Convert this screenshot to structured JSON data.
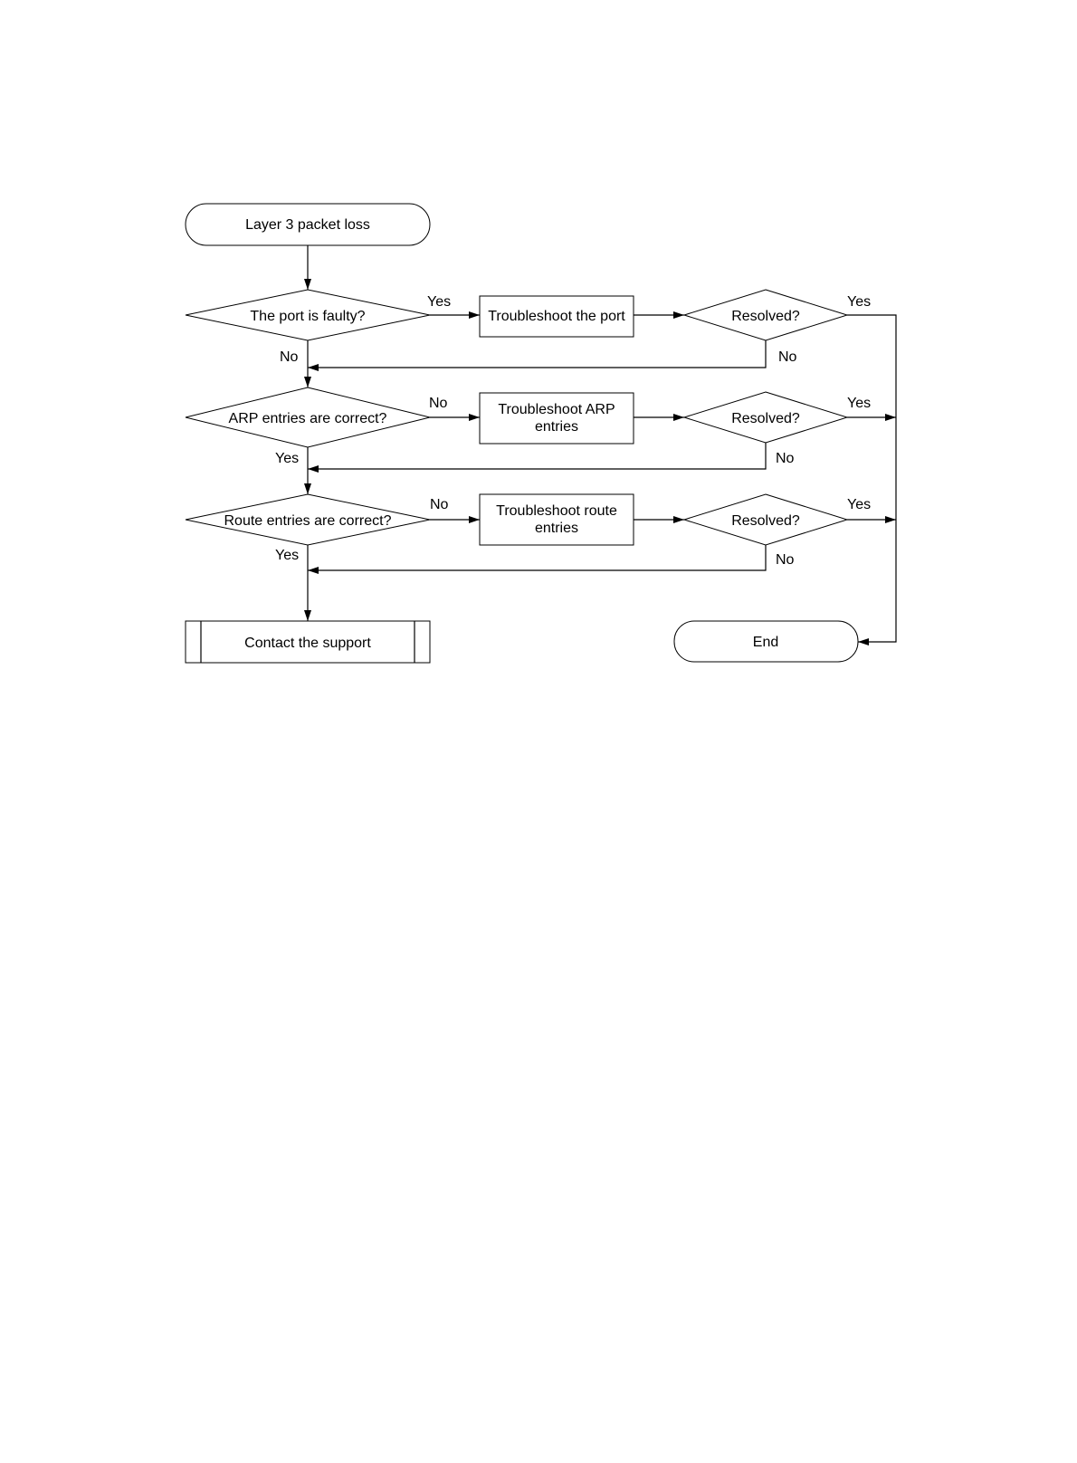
{
  "diagram": {
    "start": "Layer 3 packet loss",
    "decision_port": "The port is faulty?",
    "decision_arp": "ARP entries are correct?",
    "decision_route": "Route entries are correct?",
    "action_port": "Troubleshoot the port",
    "action_arp_line1": "Troubleshoot ARP",
    "action_arp_line2": "entries",
    "action_route_line1": "Troubleshoot route",
    "action_route_line2": "entries",
    "resolved_1": "Resolved?",
    "resolved_2": "Resolved?",
    "resolved_3": "Resolved?",
    "contact": "Contact the support",
    "end": "End",
    "edge_labels": {
      "port_yes": "Yes",
      "port_no": "No",
      "arp_no": "No",
      "arp_yes": "Yes",
      "route_no": "No",
      "route_yes": "Yes",
      "resolved1_yes": "Yes",
      "resolved1_no": "No",
      "resolved2_yes": "Yes",
      "resolved2_no": "No",
      "resolved3_yes": "Yes",
      "resolved3_no": "No"
    }
  }
}
